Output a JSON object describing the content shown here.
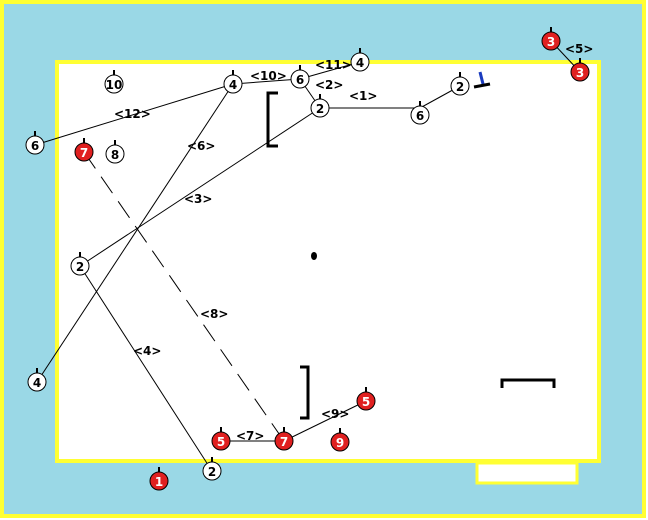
{
  "colors": {
    "outer_court": "#9ad8e6",
    "border": "#ffff33",
    "court": "#ffffff",
    "red_player": "#e02020",
    "white_player": "#ffffff",
    "line": "#000000",
    "cone": "#1a3bbf"
  },
  "players": [
    {
      "id": "p-w10",
      "label": "10",
      "team": "white"
    },
    {
      "id": "p-w4a",
      "label": "4",
      "team": "white"
    },
    {
      "id": "p-w6a",
      "label": "6",
      "team": "white"
    },
    {
      "id": "p-w4b",
      "label": "4",
      "team": "white"
    },
    {
      "id": "p-w2a",
      "label": "2",
      "team": "white"
    },
    {
      "id": "p-w6b",
      "label": "6",
      "team": "white"
    },
    {
      "id": "p-w2b",
      "label": "2",
      "team": "white"
    },
    {
      "id": "p-w6c",
      "label": "6",
      "team": "white"
    },
    {
      "id": "p-w8",
      "label": "8",
      "team": "white"
    },
    {
      "id": "p-w2c",
      "label": "2",
      "team": "white"
    },
    {
      "id": "p-w4c",
      "label": "4",
      "team": "white"
    },
    {
      "id": "p-w2d",
      "label": "2",
      "team": "white"
    },
    {
      "id": "p-r3a",
      "label": "3",
      "team": "red"
    },
    {
      "id": "p-r3b",
      "label": "3",
      "team": "red"
    },
    {
      "id": "p-r7a",
      "label": "7",
      "team": "red"
    },
    {
      "id": "p-r5a",
      "label": "5",
      "team": "red"
    },
    {
      "id": "p-r7b",
      "label": "7",
      "team": "red"
    },
    {
      "id": "p-r5b",
      "label": "5",
      "team": "red"
    },
    {
      "id": "p-r9",
      "label": "9",
      "team": "red"
    },
    {
      "id": "p-r1",
      "label": "1",
      "team": "red"
    }
  ],
  "passes": [
    {
      "label": "<1>",
      "style": "solid"
    },
    {
      "label": "<2>",
      "style": "solid"
    },
    {
      "label": "<3>",
      "style": "solid"
    },
    {
      "label": "<4>",
      "style": "solid"
    },
    {
      "label": "<5>",
      "style": "solid"
    },
    {
      "label": "<6>",
      "style": "solid"
    },
    {
      "label": "<7>",
      "style": "solid"
    },
    {
      "label": "<8>",
      "style": "dashed"
    },
    {
      "label": "<9>",
      "style": "solid"
    },
    {
      "label": "<10>",
      "style": "solid"
    },
    {
      "label": "<11>",
      "style": "solid"
    },
    {
      "label": "<12>",
      "style": "solid"
    }
  ]
}
